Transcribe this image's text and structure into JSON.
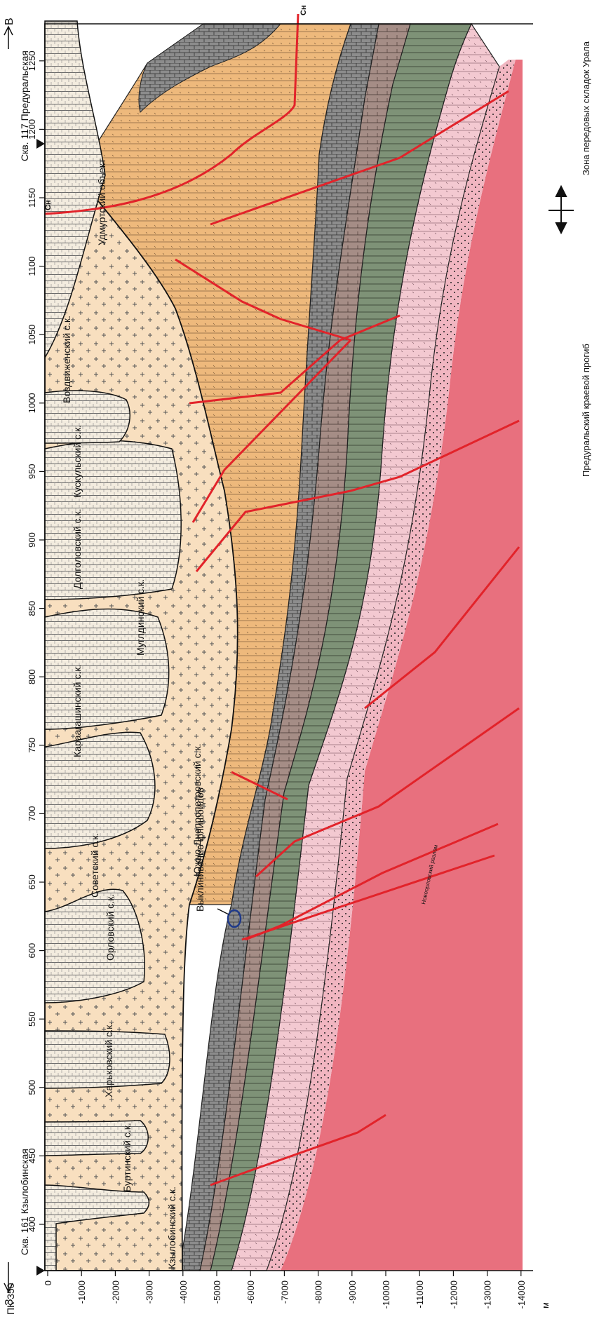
{
  "section": {
    "end_left": "З",
    "end_right": "В",
    "picket_label": "ПК 350",
    "well_left": "Скв. 161 Кзылобинская",
    "well_right": "Скв. 117 Предуральская",
    "zone_left": "Предуральский краевой прогиб",
    "zone_right": "Зона передовых складок Урала",
    "depth_unit": "м"
  },
  "depth_axis": {
    "ticks": [
      "0",
      "-1000",
      "-2000",
      "-3000",
      "-4000",
      "-5000",
      "-6000",
      "-7000",
      "-8000",
      "-9000",
      "-10000",
      "-11000",
      "-12000",
      "-13000",
      "-14000"
    ]
  },
  "picket_axis": {
    "ticks": [
      "400",
      "450",
      "500",
      "550",
      "600",
      "650",
      "700",
      "750",
      "800",
      "850",
      "900",
      "950",
      "1000",
      "1050",
      "1100",
      "1150",
      "1200",
      "1250"
    ]
  },
  "salt_domes": [
    "Кзылобинский с.к.",
    "Буртинский с.к.",
    "Харьковский с.к.",
    "Орловский с.к.",
    "Советский с.к.",
    "Южно-Днепропетровский с.к.",
    "Караагашинский с.к.",
    "Муглдинский с.к.",
    "Долголовский с.к.",
    "Кускульский с.к.",
    "Воздвиженский с.к."
  ],
  "annotations": {
    "pinchout": "Выклинивание флишоидов",
    "object": "Удмуртский объект",
    "fault": "Новоорловский разлом",
    "thrust_marker": "Сн"
  },
  "colors": {
    "salt": "#f8dfbf",
    "orange_layer": "#eeb97c",
    "grey_layer": "#8c8c8c",
    "green_layer": "#7e9277",
    "brown_layer": "#a58d86",
    "pink_layer": "#f3c9d1",
    "basement_red": "#e8707e",
    "fault_red": "#e2232a",
    "pinchout_blue": "#1f3a8a"
  }
}
